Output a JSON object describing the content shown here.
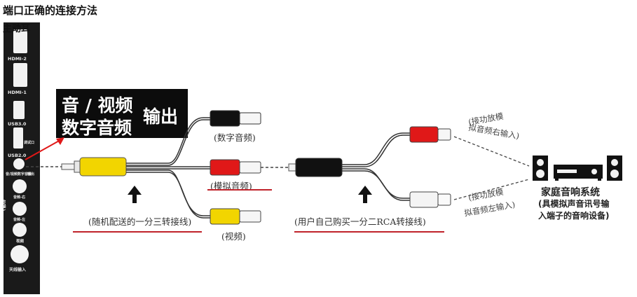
{
  "title": "端口正确的连接方法",
  "subtitle": "主动耳",
  "tv_panel": {
    "labels": {
      "hdmi2": "HDMI-2",
      "hdmi1": "HDMI-1",
      "usb3": "USB3.0",
      "debug": "调试口",
      "usb2": "USB2.0",
      "audio_out": "音/视频数字音频",
      "out": "输出",
      "audio_r": "音频-右",
      "av_in": "AV输入",
      "audio_l": "音频-左",
      "video": "视频",
      "antenna": "天线输入"
    }
  },
  "output_box": {
    "line1": "音 / 视频",
    "line2": "数字音频",
    "line3": "输出"
  },
  "cable1": {
    "branch_labels": [
      "(数字音频)",
      "(模拟音频)",
      "(视频)"
    ],
    "caption": "(随机配送的一分三转接线)"
  },
  "cable2": {
    "caption": "(用户自己购买一分二RCA转接线)",
    "right_label_1": "(接功放模",
    "right_label_2": "拟音频右输入)",
    "left_label_1": "(接功放模",
    "left_label_2": "拟音频左输入)"
  },
  "home_audio": {
    "title": "家庭音响系统",
    "desc_1": "(具模拟声音讯号输",
    "desc_2": "入端子的音响设备)"
  },
  "colors": {
    "red": "#e01818",
    "yellow": "#f2d500",
    "accent_line": "#c0222a"
  }
}
